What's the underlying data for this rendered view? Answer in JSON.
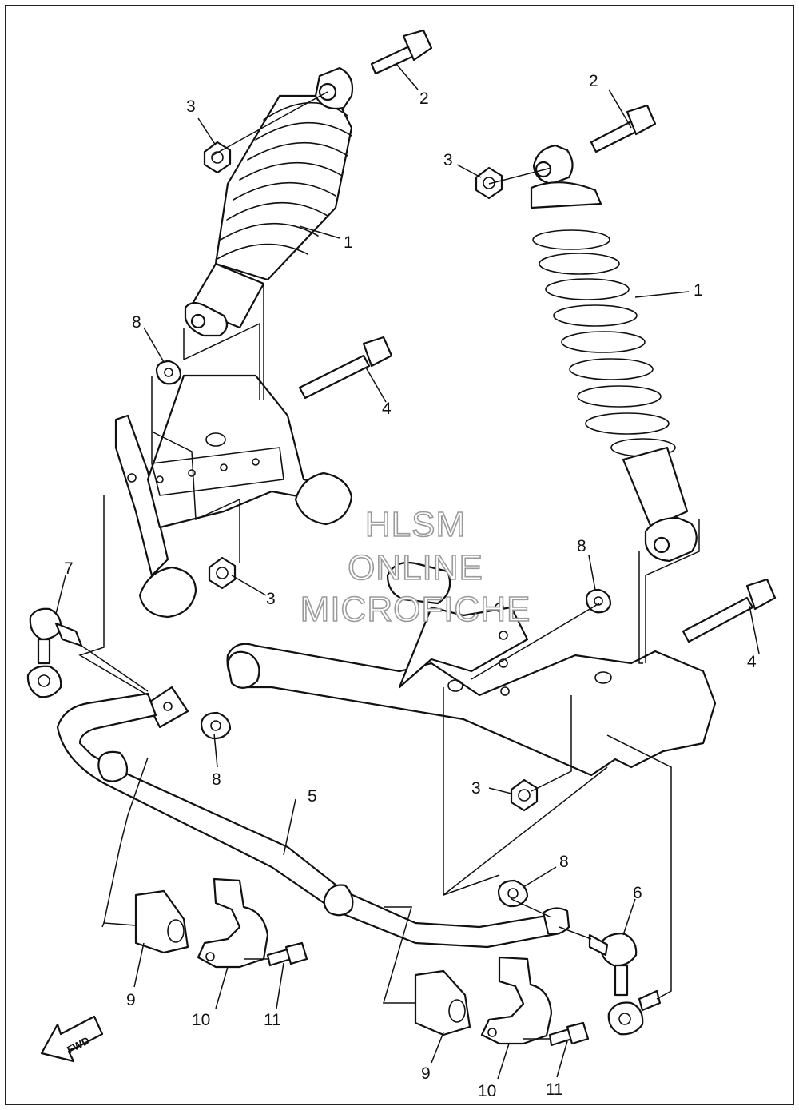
{
  "watermark": {
    "line1": "HLSM",
    "line2": "ONLINE",
    "line3": "MICROFICHE"
  },
  "fwd_label": "FWD",
  "callouts": [
    "1",
    "2",
    "3",
    "4",
    "5",
    "6",
    "7",
    "8",
    "9",
    "10",
    "11"
  ]
}
